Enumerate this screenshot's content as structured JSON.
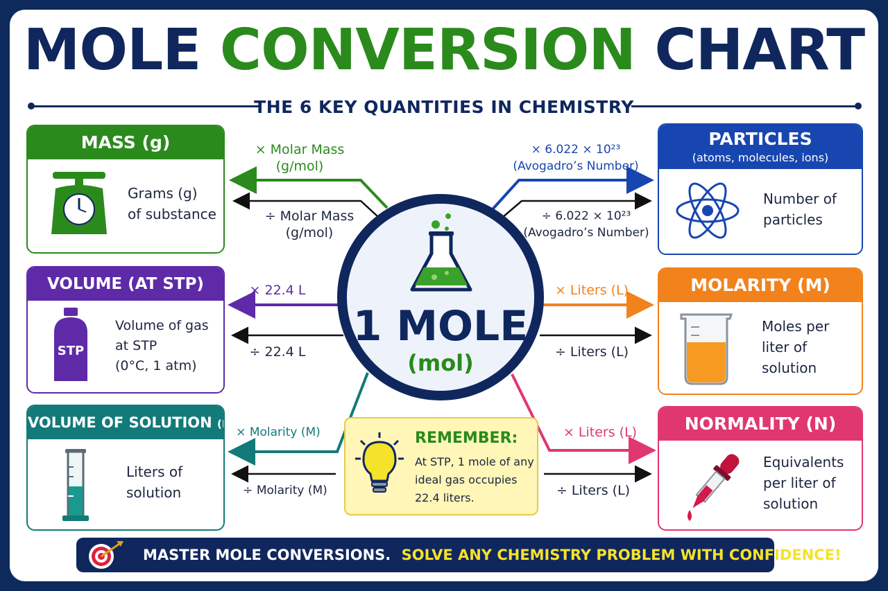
{
  "title": {
    "part1": "MOLE",
    "part2": "CONVERSION",
    "part3": "CHART"
  },
  "subtitle": "THE 6 KEY QUANTITIES IN CHEMISTRY",
  "center": {
    "label": "1 MOLE",
    "unit": "(mol)"
  },
  "cards": {
    "mass": {
      "title": "MASS (g)",
      "line1": "Grams (g)",
      "line2": "of substance",
      "color": "#2a8a1c"
    },
    "volume_stp": {
      "title": "VOLUME (AT STP)",
      "line1": "Volume of gas",
      "line2": "at STP",
      "line3": "(0°C, 1 atm)",
      "badge": "STP",
      "color": "#5e2aa8"
    },
    "volume_solution": {
      "title": "VOLUME OF SOLUTION",
      "title_unit": "(L)",
      "line1": "Liters of",
      "line2": "solution",
      "color": "#127a78"
    },
    "particles": {
      "title": "PARTICLES",
      "subtitle": "(atoms, molecules, ions)",
      "line1": "Number of",
      "line2": "particles",
      "color": "#1846b0"
    },
    "molarity": {
      "title": "MOLARITY (M)",
      "line1": "Moles per",
      "line2": "liter of",
      "line3": "solution",
      "color": "#f2821c"
    },
    "normality": {
      "title": "NORMALITY (N)",
      "line1": "Equivalents",
      "line2": "per liter of",
      "line3": "solution",
      "color": "#e03770"
    }
  },
  "arrows": {
    "mass_to": {
      "line1": "× Molar Mass",
      "line2": "(g/mol)"
    },
    "mass_from": {
      "line1": "÷ Molar Mass",
      "line2": "(g/mol)"
    },
    "stp_to": "× 22.4 L",
    "stp_from": "÷ 22.4 L",
    "sol_to": "× Molarity (M)",
    "sol_from": "÷ Molarity (M)",
    "part_to": {
      "line1": "× 6.022 × 10²³",
      "line2": "(Avogadro’s Number)"
    },
    "part_from": {
      "line1": "÷ 6.022 × 10²³",
      "line2": "(Avogadro’s Number)"
    },
    "mol_to": "× Liters (L)",
    "mol_from": "÷ Liters (L)",
    "norm_to": "× Liters (L)",
    "norm_from": "÷ Liters (L)"
  },
  "remember": {
    "heading": "REMEMBER:",
    "line1": "At STP, 1 mole of any",
    "line2": "ideal gas occupies",
    "line3": "22.4 liters."
  },
  "banner": {
    "part1": "MASTER MOLE CONVERSIONS.",
    "part2": "SOLVE ANY CHEMISTRY PROBLEM WITH CONFIDENCE!"
  },
  "colors": {
    "navy": "#10275e",
    "green": "#2a8a1c",
    "purple": "#5e2aa8",
    "teal": "#127a78",
    "blue": "#1846b0",
    "orange": "#f2821c",
    "pink": "#e03770",
    "yellow": "#f5e22a"
  }
}
